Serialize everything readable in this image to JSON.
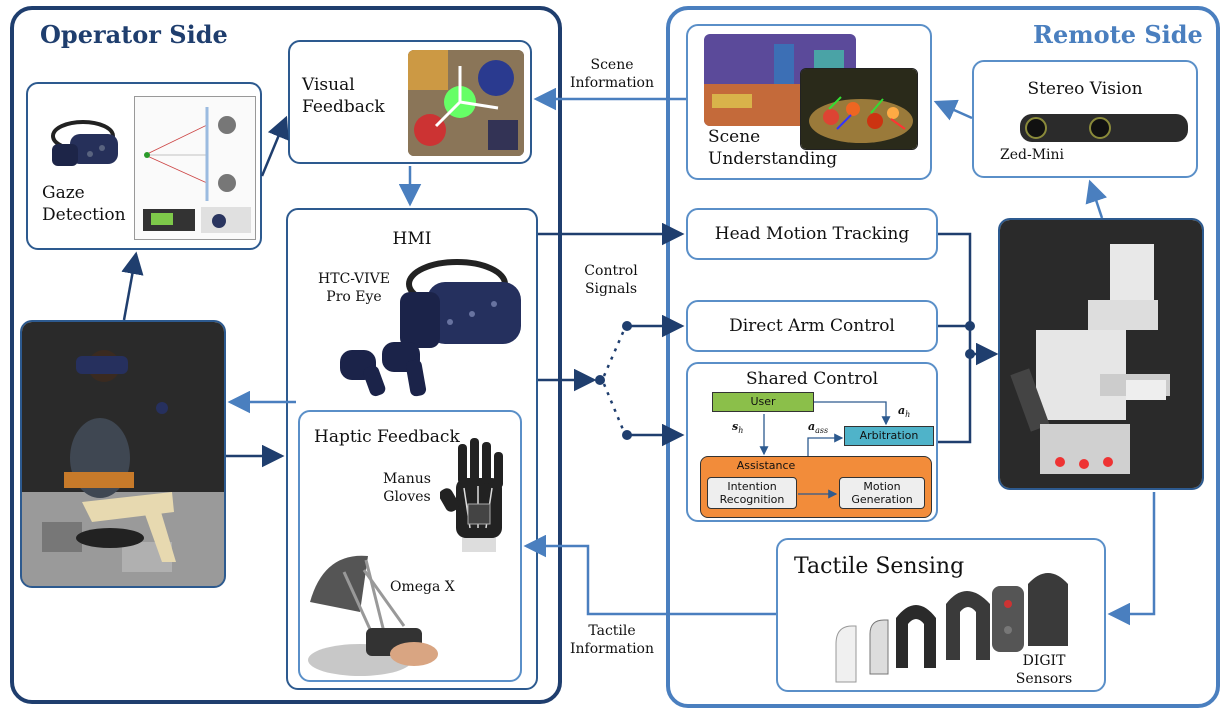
{
  "operator": {
    "title": "Operator Side",
    "gaze_label": "Gaze\nDetection",
    "visual_feedback_label": "Visual\nFeedback",
    "hmi_title": "HMI",
    "htc_label": "HTC-VIVE\nPro Eye",
    "haptic_title": "Haptic Feedback",
    "manus_label": "Manus\nGloves",
    "omega_label": "Omega X"
  },
  "remote": {
    "title": "Remote Side",
    "scene_label": "Scene\nUnderstanding",
    "stereo_title": "Stereo Vision",
    "zed_label": "Zed-Mini",
    "head_motion": "Head Motion Tracking",
    "direct_arm": "Direct Arm Control",
    "shared_title": "Shared Control",
    "user": "User",
    "arbitration": "Arbitration",
    "assistance": "Assistance",
    "intention": "Intention\nRecognition",
    "motion": "Motion\nGeneration",
    "s_h": "s",
    "s_h_sub": "h",
    "a_h": "a",
    "a_h_sub": "h",
    "a_ass": "a",
    "a_ass_sub": "ass",
    "tactile_title": "Tactile Sensing",
    "digit_label": "DIGIT\nSensors"
  },
  "flows": {
    "scene_info": "Scene\nInformation",
    "control_signals": "Control\nSignals",
    "tactile_info": "Tactile\nInformation"
  },
  "colors": {
    "operator_border": "#1f3e6e",
    "remote_border": "#4a7fbf",
    "user_box": "#8bbf4a",
    "arbitration_box": "#4fb3c9",
    "assistance_box": "#f28c3a"
  }
}
